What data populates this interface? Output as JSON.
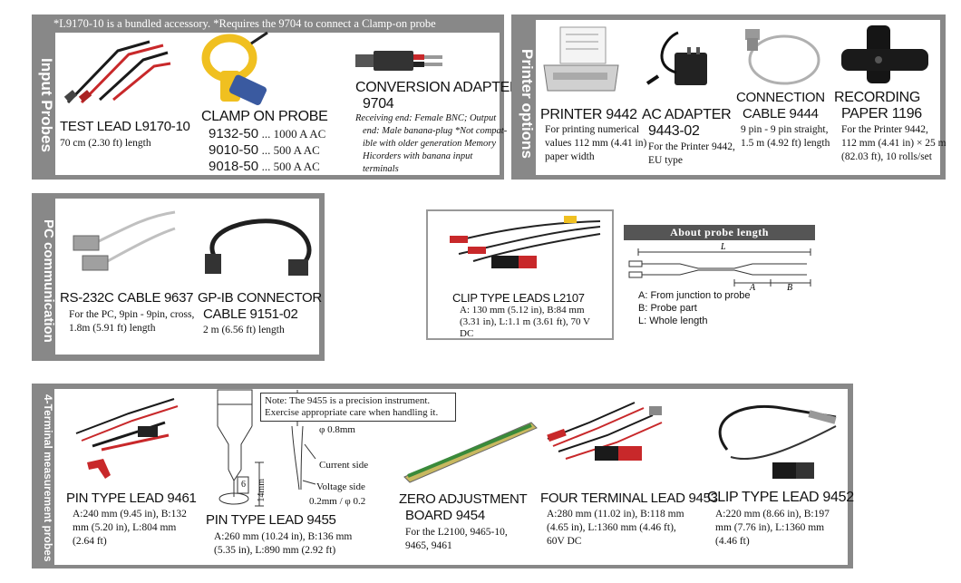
{
  "input_probes": {
    "label": "Input Probes",
    "top_note": "*L9170-10 is a bundled accessory. *Requires the 9704 to connect a Clamp-on probe",
    "test_lead": {
      "title": "TEST LEAD L9170-10",
      "desc": "70 cm (2.30 ft) length"
    },
    "clamp_probe": {
      "title": "CLAMP ON PROBE",
      "models": [
        {
          "model": "9132-50",
          "value": "... 1000 A AC"
        },
        {
          "model": "9010-50",
          "value": "... 500 A AC"
        },
        {
          "model": "9018-50",
          "value": "... 500 A AC"
        }
      ]
    },
    "conversion_adapter": {
      "title_line1": "CONVERSION ADAPTER",
      "title_line2": "9704",
      "desc_lines": [
        "Receiving end: Female BNC; Output",
        "end: Male banana-plug  *Not compat-",
        "ible with older generation Memory",
        "Hicorders with banana input terminals"
      ]
    }
  },
  "printer_options": {
    "label": "Printer options",
    "printer": {
      "title": "PRINTER 9442",
      "desc_lines": [
        "For printing numerical",
        "values 112 mm (4.41 in)",
        "paper width"
      ]
    },
    "ac_adapter": {
      "title_line1": "AC ADAPTER",
      "title_line2": "9443-02",
      "desc_lines": [
        "For the Printer 9442,",
        "EU type"
      ]
    },
    "connection_cable": {
      "title_line1": "CONNECTION",
      "title_line2": "CABLE 9444",
      "desc_lines": [
        "9 pin - 9 pin straight,",
        "1.5 m (4.92 ft) length"
      ]
    },
    "recording_paper": {
      "title_line1": "RECORDING",
      "title_line2": "PAPER 1196",
      "desc_lines": [
        "For the Printer 9442,",
        "112 mm (4.41 in) × 25 m",
        "(82.03 ft), 10 rolls/set"
      ]
    }
  },
  "pc_communication": {
    "label": "PC communication",
    "rs232c": {
      "title": "RS-232C CABLE 9637",
      "desc_lines": [
        "For the PC, 9pin - 9pin, cross,",
        "1.8m (5.91 ft) length"
      ]
    },
    "gpib": {
      "title_line1": "GP-IB CONNECTOR",
      "title_line2": "CABLE 9151-02",
      "desc_lines": [
        "2 m (6.56 ft) length"
      ]
    }
  },
  "clip_leads": {
    "title": "CLIP TYPE LEADS L2107",
    "desc_lines": [
      "A: 130 mm (5.12 in), B:84 mm",
      "(3.31 in), L:1.1 m (3.61 ft), 70 V",
      "DC"
    ]
  },
  "about_probe": {
    "header": "About probe length",
    "diagram_labels": {
      "L": "L",
      "A": "A",
      "B": "B"
    },
    "legend": [
      "A: From junction to probe",
      "B: Probe part",
      "L: Whole length"
    ]
  },
  "four_terminal": {
    "label": "4-Terminal measurement probes",
    "note_lines": [
      "Note: The 9455 is a precision instrument.",
      "Exercise appropriate care when handling it."
    ],
    "tip_labels": {
      "phi": "φ 0.8mm",
      "current": "Current side",
      "voltage": "Voltage side",
      "gap": "0.2mm / φ 0.2",
      "six": "6",
      "fourteen": "14mm"
    },
    "pin_9461": {
      "title": "PIN TYPE LEAD 9461",
      "desc_lines": [
        "A:240 mm (9.45 in), B:132",
        "mm (5.20 in), L:804 mm",
        "(2.64 ft)"
      ]
    },
    "pin_9455": {
      "title": "PIN TYPE LEAD 9455",
      "desc_lines": [
        "A:260 mm (10.24 in), B:136 mm",
        "(5.35 in), L:890 mm (2.92 ft)"
      ]
    },
    "zero_board": {
      "title_line1": "ZERO ADJUSTMENT",
      "title_line2": "BOARD 9454",
      "desc_lines": [
        "For the L2100, 9465-10,",
        "9465, 9461"
      ]
    },
    "four_lead": {
      "title": "FOUR TERMINAL LEAD 9453",
      "desc_lines": [
        "A:280 mm (11.02 in), B:118 mm",
        "(4.65 in), L:1360 mm (4.46 ft),",
        "60V DC"
      ]
    },
    "clip_9452": {
      "title": "CLIP TYPE LEAD 9452",
      "desc_lines": [
        "A:220 mm (8.66 in), B:197",
        "mm (7.76 in), L:1360 mm",
        "(4.46 ft)"
      ]
    }
  },
  "colors": {
    "frame": "#888888",
    "red": "#c8282a",
    "black": "#1a1a1a",
    "yellow": "#f0c020"
  }
}
